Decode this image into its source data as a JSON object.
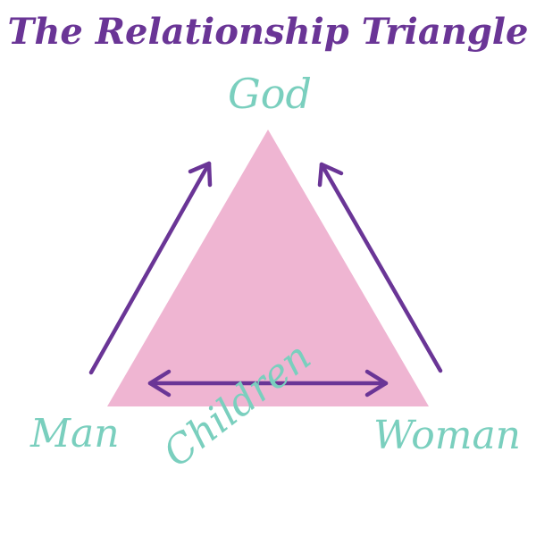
{
  "title": "The Relationship Triangle",
  "colors": {
    "title": "#6A3596",
    "triangle_fill": "#EFB5D2",
    "arrows": "#6A3596",
    "labels": "#7ACFBE",
    "background": "#FFFFFF"
  },
  "nodes": {
    "top": "God",
    "bottom_left": "Man",
    "bottom_right": "Woman",
    "bottom_center": "Children"
  },
  "arrows": [
    {
      "from": "Man",
      "to": "God",
      "type": "single"
    },
    {
      "from": "Woman",
      "to": "God",
      "type": "single"
    },
    {
      "from": "Man",
      "to": "Woman",
      "type": "double"
    }
  ]
}
